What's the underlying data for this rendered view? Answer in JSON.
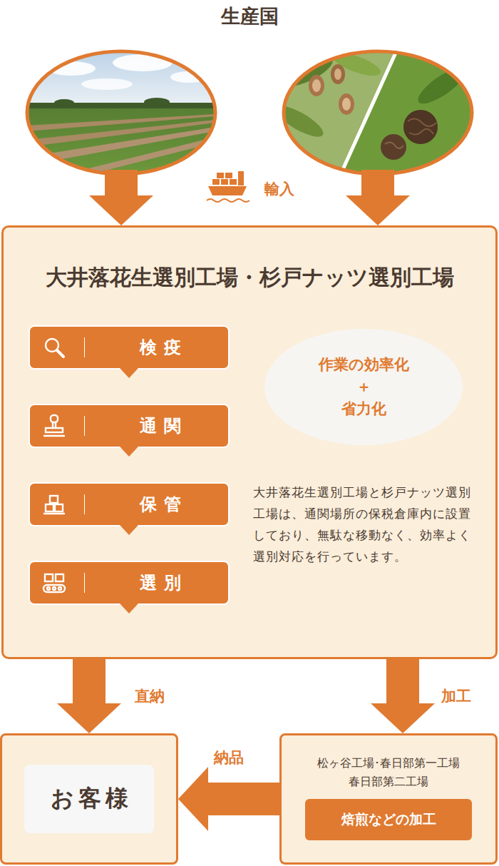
{
  "diagram": {
    "nodes": [
      {
        "text": [
          "生産国"
        ]
      },
      {
        "text": [
          "大井落花生選別工場・杉戸ナッツ選別工場",
          "大井落花生選別工場と杉戸ナッツ選別工場は、通関場所の保税倉庫内に設置しており、無駄な移動なく、効率よく選別対応を行っています。"
        ]
      },
      {
        "text": [
          "検疫"
        ],
        "in": 1
      },
      {
        "text": [
          "通関"
        ],
        "in": 1
      },
      {
        "text": [
          "保管"
        ],
        "in": 1
      },
      {
        "text": [
          "選別"
        ],
        "in": 1
      },
      {
        "text": [
          "作業の効率化",
          "＋",
          "省力化"
        ],
        "in": 1
      },
      {
        "text": [
          "お客様"
        ]
      },
      {
        "text": [
          "松ヶ谷工場･春日部第一工場 春日部第二工場"
        ]
      },
      {
        "text": [
          "焙煎などの加工"
        ],
        "in": 8
      }
    ],
    "edges": [
      {
        "from": 0,
        "to": 1,
        "arrow": "to"
      },
      {
        "from": 0,
        "to": 1,
        "arrow": "to"
      },
      {
        "from": 1,
        "to": 7,
        "label": "直納",
        "arrow": "to"
      },
      {
        "from": 1,
        "to": 8,
        "label": "加工",
        "arrow": "to"
      },
      {
        "from": 8,
        "to": 7,
        "label": "納品",
        "arrow": "to"
      }
    ],
    "labels": [
      "輸入"
    ]
  }
}
